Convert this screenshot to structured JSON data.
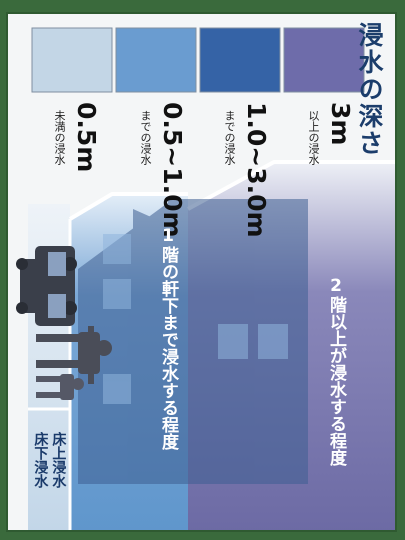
{
  "title": "浸水の深さ",
  "colors": {
    "deep": "#6f6fa8",
    "high": "#3563a6",
    "mid": "#6a9cd0",
    "low": "#c3d6e6"
  },
  "levels": [
    {
      "main": "3m",
      "sub": "以上の浸水"
    },
    {
      "main": "1.0~3.0m",
      "sub": "までの浸水"
    },
    {
      "main": "0.5~1.0m",
      "sub": "までの浸水"
    },
    {
      "main": "0.5m",
      "sub": "未満の浸水"
    }
  ],
  "bands": {
    "deep_label": "2階以上が浸水する程度",
    "mid_label": "1階の軒下まで浸水する程度"
  },
  "floors": {
    "above": "床上浸水",
    "below": "床下浸水"
  },
  "icons": [
    "house-icon",
    "car-icon",
    "adult-icon",
    "child-icon"
  ]
}
